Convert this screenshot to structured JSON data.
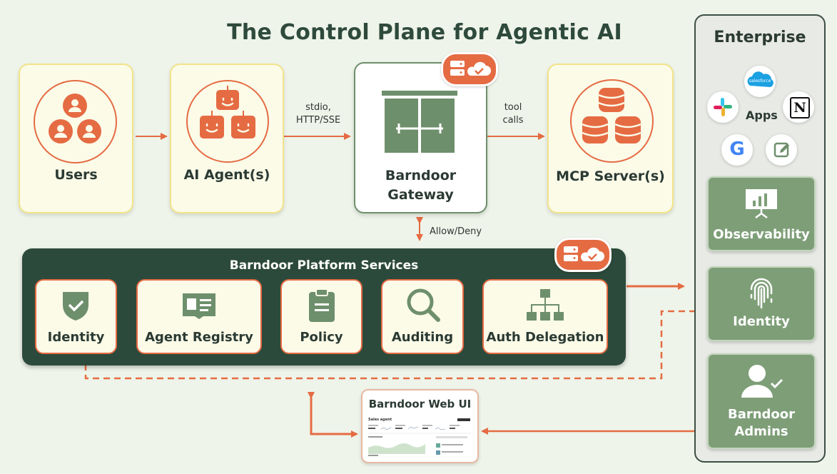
{
  "title": "The Control Plane for Agentic AI",
  "nodes": {
    "users": "Users",
    "agents": "AI Agent(s)",
    "gateway_line1": "Barndoor",
    "gateway_line2": "Gateway",
    "mcp": "MCP Server(s)"
  },
  "edges": {
    "transport_line1": "stdio,",
    "transport_line2": "HTTP/SSE",
    "tool_line1": "tool",
    "tool_line2": "calls",
    "allow_deny": "Allow/Deny"
  },
  "platform": {
    "title": "Barndoor Platform Services",
    "services": [
      "Identity",
      "Agent Registry",
      "Policy",
      "Auditing",
      "Auth Delegation"
    ]
  },
  "web_ui": {
    "title": "Barndoor Web UI",
    "mock_heading": "Sales agent"
  },
  "enterprise": {
    "title": "Enterprise",
    "apps_label": "Apps",
    "salesforce_text": "salesforce",
    "notion_text": "N",
    "google_text": "G",
    "observability": "Observability",
    "identity": "Identity",
    "admins_line1": "Barndoor",
    "admins_line2": "Admins"
  },
  "colors": {
    "accent": "#e56b43",
    "dark_green": "#2c4a3b",
    "mid_green": "#7e9e78",
    "card_bg": "#fbfbe8",
    "page_bg": "#eef4e9"
  }
}
